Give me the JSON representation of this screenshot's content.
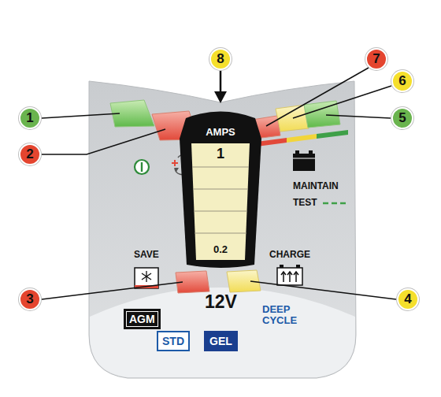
{
  "diagram": {
    "nodes": [
      {
        "text": [
          "1"
        ]
      },
      {
        "text": [
          "2"
        ]
      },
      {
        "text": [
          "8"
        ]
      },
      {
        "text": [
          "7"
        ]
      },
      {
        "text": [
          "6"
        ]
      },
      {
        "text": [
          "5"
        ]
      },
      {
        "text": [
          "AMPS",
          "1",
          "0.2"
        ]
      },
      {
        "text": [
          "3"
        ]
      },
      {
        "text": [
          "4"
        ]
      },
      {
        "text": [
          "AGM"
        ]
      },
      {
        "text": [
          "STD"
        ]
      },
      {
        "text": [
          "GEL"
        ]
      }
    ],
    "labels": [
      "SAVE",
      "CHARGE",
      "MAINTAIN",
      "TEST",
      "12V",
      "DEEP CYCLE"
    ]
  }
}
